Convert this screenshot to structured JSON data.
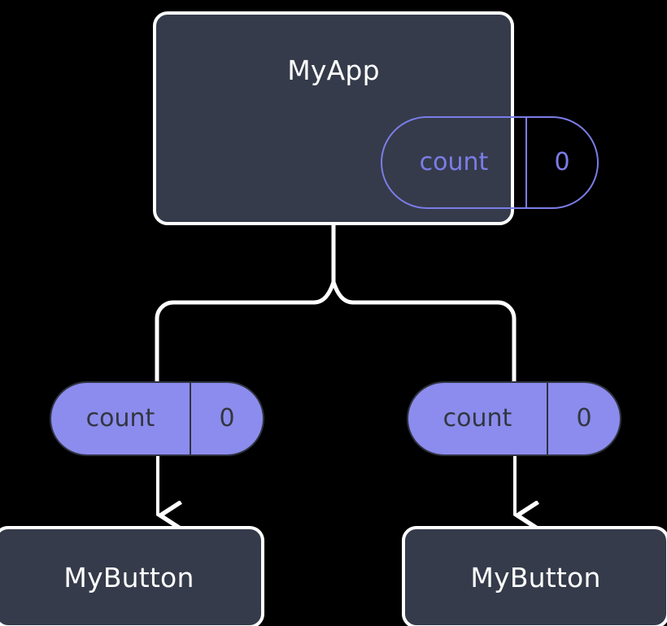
{
  "diagram": {
    "title": "MyApp component state propagation tree",
    "type": "component-tree",
    "background_color": "#000000"
  },
  "colors": {
    "node_fill": "#353b4a",
    "node_border": "#ffffff",
    "node_text": "#ffffff",
    "pill_accent": "#7b7de8",
    "pill_fill": "#8b8ced",
    "pill_text_on_fill": "#32363f",
    "connector": "#ffffff"
  },
  "root": {
    "name": "root-component",
    "label": "MyApp",
    "state": {
      "key": "count",
      "value": "0",
      "style": "outlined"
    }
  },
  "children": [
    {
      "name": "child-left",
      "prop": {
        "key": "count",
        "value": "0",
        "style": "filled"
      },
      "component": {
        "label": "MyButton"
      }
    },
    {
      "name": "child-right",
      "prop": {
        "key": "count",
        "value": "0",
        "style": "filled"
      },
      "component": {
        "label": "MyButton"
      }
    }
  ],
  "connectors": [
    {
      "name": "root-to-branch",
      "kind": "tree-split",
      "from": "MyApp",
      "to": [
        "count-left",
        "count-right"
      ]
    },
    {
      "name": "left-prop-arrow",
      "kind": "arrow-down",
      "from": "count-left",
      "to": "MyButton-left"
    },
    {
      "name": "right-prop-arrow",
      "kind": "arrow-down",
      "from": "count-right",
      "to": "MyButton-right"
    }
  ]
}
